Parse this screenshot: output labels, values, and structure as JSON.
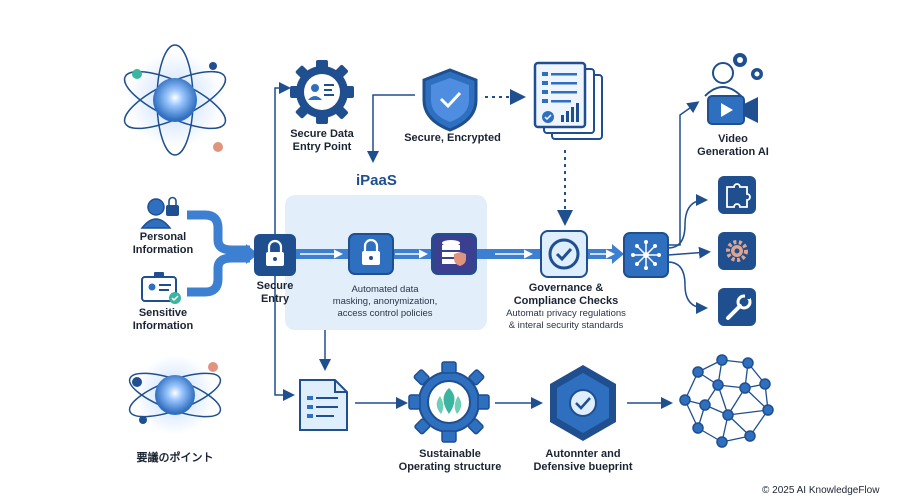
{
  "ipaas_title": "iPaaS",
  "inputs": {
    "personal": "Personal\nInformation",
    "sensitive": "Sensitive\nInformation"
  },
  "secure_entry": "Secure\nEntry",
  "secure_data_entry_point": "Secure Data\nEntry Point",
  "secure_encrypted": "Secure, Encrypted",
  "masking": "Automated data\nmasking, anonymization,\naccess control policies",
  "governance": {
    "title": "Governance &\nCompliance Checks",
    "detail": "Automatı privacy regulations\n& interal security standards"
  },
  "video_ai": "Video\nGeneration AI",
  "sustainable": "Sustainable\nOperating structure",
  "defensive": "Autonnter and\nDefensive bueprint",
  "japanese_note": "要議のポイント",
  "copyright": "© 2025 AI KnowledgeFlow",
  "colors": {
    "dark_blue": "#1f4f8f",
    "mid_blue": "#2f6fc0",
    "light_panel": "#e3eefb",
    "flow_arrow": "#3d7fd1"
  }
}
